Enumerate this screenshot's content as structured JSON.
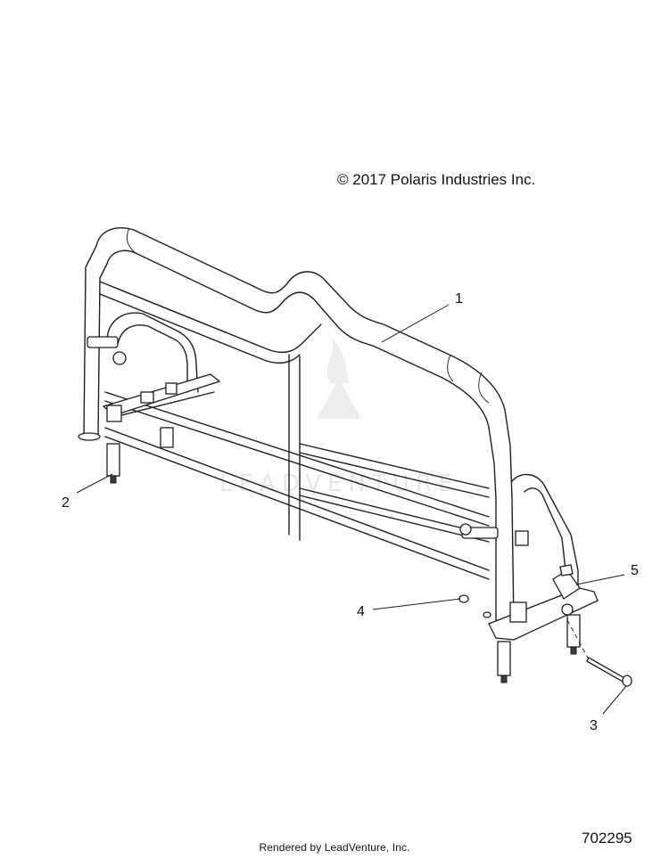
{
  "diagram": {
    "copyright": "© 2017 Polaris Industries Inc.",
    "watermark": "LEADVENTURE",
    "diagram_id": "702295",
    "footer": "Rendered by LeadVenture, Inc.",
    "callouts": [
      {
        "id": "callout-1",
        "label": "1"
      },
      {
        "id": "callout-2",
        "label": "2"
      },
      {
        "id": "callout-3",
        "label": "3"
      },
      {
        "id": "callout-4",
        "label": "4"
      },
      {
        "id": "callout-5",
        "label": "5"
      }
    ],
    "line_color": "#1e1e1e"
  }
}
